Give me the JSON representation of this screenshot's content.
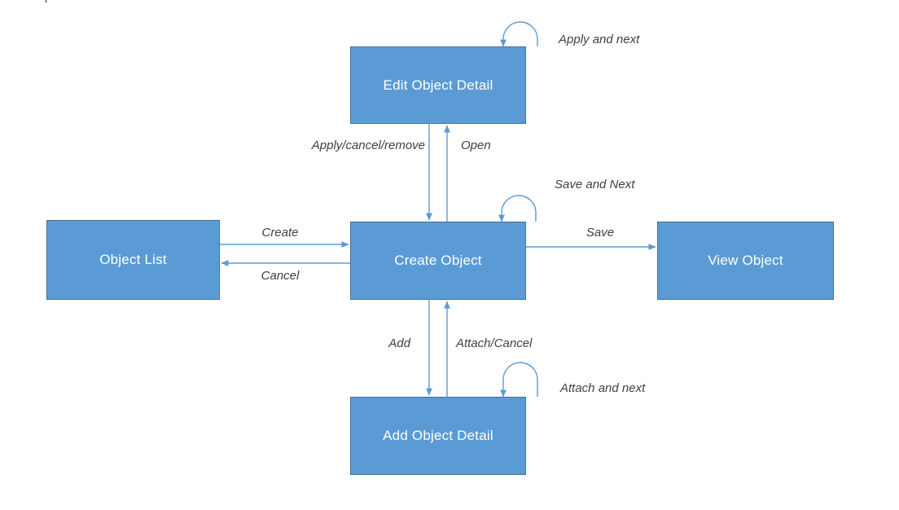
{
  "diagram": {
    "title_fragment": "j",
    "nodes": [
      {
        "id": "edit-object-detail",
        "label": "Edit Object Detail"
      },
      {
        "id": "object-list",
        "label": "Object List"
      },
      {
        "id": "create-object",
        "label": "Create Object"
      },
      {
        "id": "view-object",
        "label": "View Object"
      },
      {
        "id": "add-object-detail",
        "label": "Add Object Detail"
      }
    ],
    "edges": [
      {
        "from": "edit-object-detail",
        "to": "edit-object-detail",
        "type": "self-loop",
        "label": "Apply and next"
      },
      {
        "from": "edit-object-detail",
        "to": "create-object",
        "type": "straight",
        "label": "Apply/cancel/remove"
      },
      {
        "from": "create-object",
        "to": "edit-object-detail",
        "type": "straight",
        "label": "Open"
      },
      {
        "from": "object-list",
        "to": "create-object",
        "type": "straight",
        "label": "Create"
      },
      {
        "from": "create-object",
        "to": "object-list",
        "type": "straight",
        "label": "Cancel"
      },
      {
        "from": "create-object",
        "to": "create-object",
        "type": "self-loop",
        "label": "Save and Next"
      },
      {
        "from": "create-object",
        "to": "view-object",
        "type": "straight",
        "label": "Save"
      },
      {
        "from": "create-object",
        "to": "add-object-detail",
        "type": "straight",
        "label": "Add"
      },
      {
        "from": "add-object-detail",
        "to": "create-object",
        "type": "straight",
        "label": "Attach/Cancel"
      },
      {
        "from": "add-object-detail",
        "to": "add-object-detail",
        "type": "self-loop",
        "label": "Attach and next"
      }
    ],
    "colors": {
      "node_fill": "#5B9BD5",
      "node_border": "#41719C",
      "node_text": "#FFFFFF",
      "arrow": "#5B9BD5",
      "label_text": "#404040",
      "background": "#FFFFFF"
    }
  }
}
